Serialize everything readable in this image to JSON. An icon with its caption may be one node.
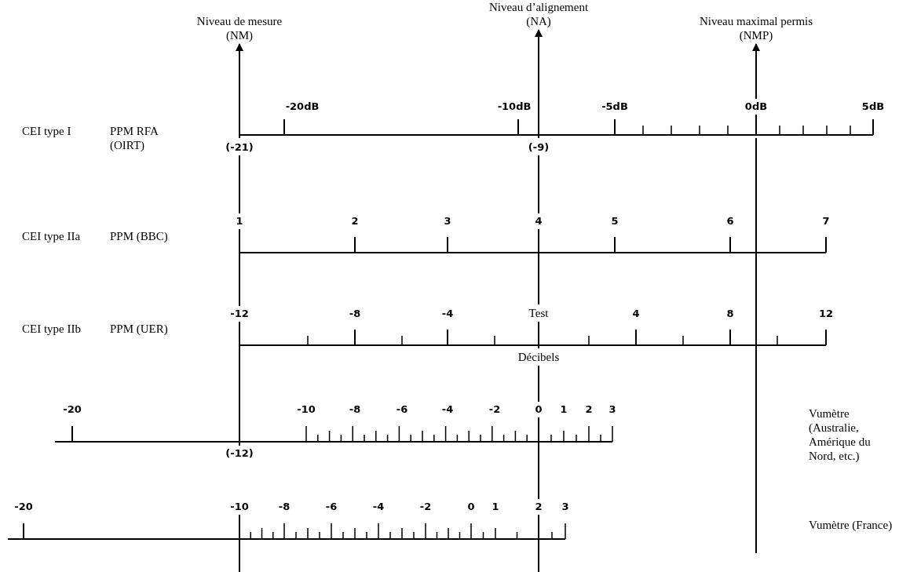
{
  "diagram": {
    "nodes": [
      {
        "text": [
          "Niveau de mesure (NM)"
        ]
      },
      {
        "text": [
          "Niveau d’alignement (NA)"
        ]
      },
      {
        "text": [
          "Niveau maximal permis (NMP)"
        ]
      }
    ],
    "edges": [
      {
        "from": null,
        "to": 0,
        "arrow": "to"
      },
      {
        "from": null,
        "to": 1,
        "arrow": "to"
      },
      {
        "from": null,
        "to": 2,
        "arrow": "to"
      }
    ],
    "labels": [
      "CEI type I",
      "PPM RFA (OIRT)",
      "-20dB",
      "-10dB",
      "-5dB",
      "0dB",
      "5dB",
      "(-21)",
      "(-9)",
      "CEI type IIa",
      "PPM (BBC)",
      "1",
      "2",
      "3",
      "4",
      "5",
      "6",
      "7",
      "CEI type IIb",
      "PPM (UER)",
      "-12",
      "-8",
      "-4",
      "Test",
      "4",
      "8",
      "12",
      "Décibels",
      "-20",
      "-10",
      "-8",
      "-6",
      "-4",
      "-2",
      "0",
      "1",
      "2",
      "3",
      "Vumètre (Australie, Amérique du Nord, etc.)",
      "(-12)",
      "-20",
      "-10",
      "-8",
      "-6",
      "-4",
      "-2",
      "0",
      "1",
      "2",
      "3",
      "Vumètre (France)"
    ]
  }
}
